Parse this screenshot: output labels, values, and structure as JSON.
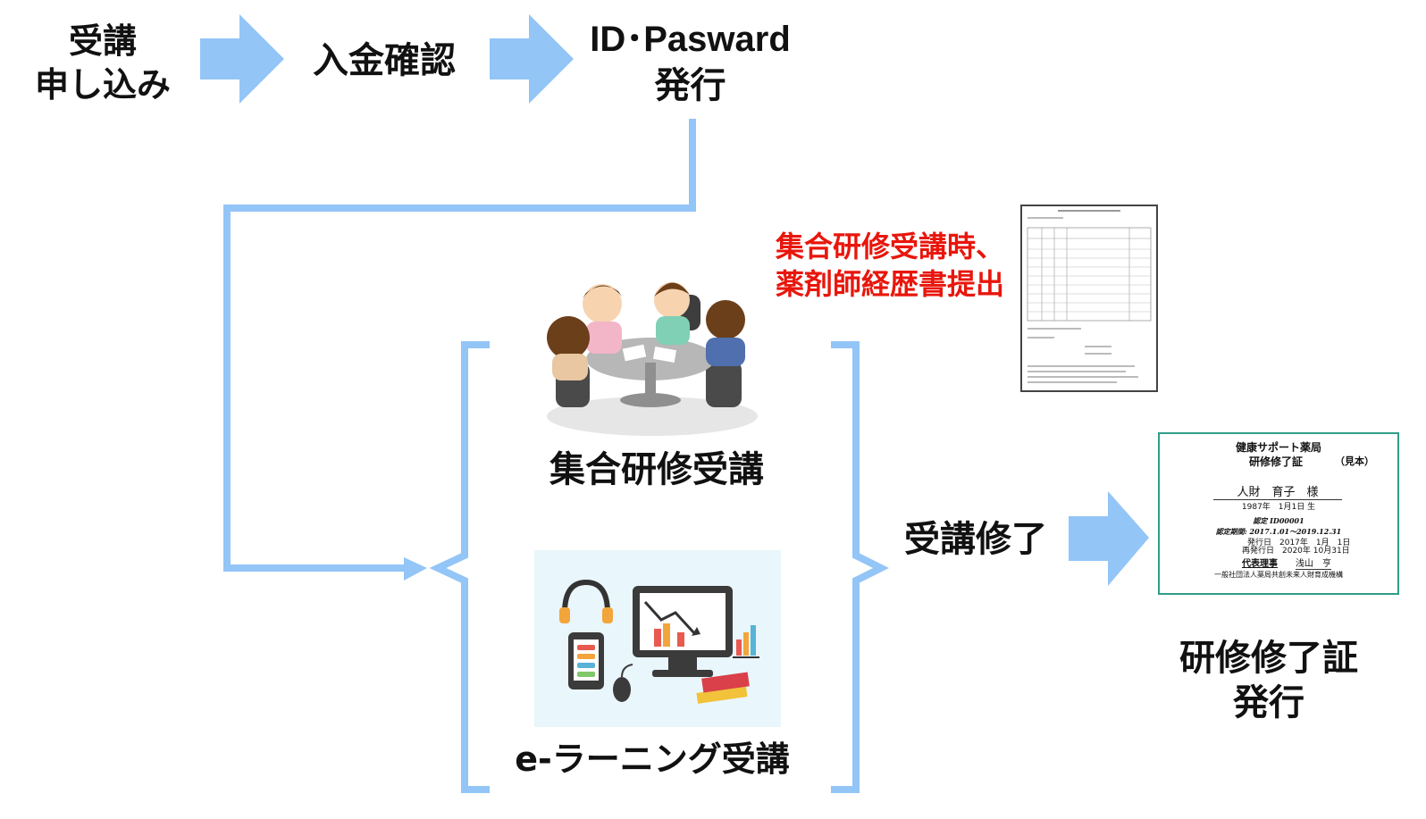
{
  "flow": {
    "step1_line1": "受講",
    "step1_line2": "申し込み",
    "step2": "入金確認",
    "step3_line1": "ID･Pasward",
    "step3_line2": "発行"
  },
  "notice": {
    "line1": "集合研修受講時、",
    "line2": "薬剤師経歴書提出",
    "color": "#e8160c"
  },
  "options": {
    "group_training": "集合研修受講",
    "elearning": "e-ラーニング受講"
  },
  "completion": {
    "label": "受講修了",
    "certificate_line1": "研修修了証",
    "certificate_line2": "発行"
  },
  "certificate": {
    "org_title": "健康サポート薬局",
    "cert_title": "研修修了証",
    "sample_mark": "（見本）",
    "recipient": "人財　育子　様",
    "birth": "1987年　1月1日 生",
    "cert_no_label": "認定",
    "cert_no": "ID00001",
    "period_label": "認定期間",
    "period": "2017.1.01～2019.12.31",
    "issued": "発行日　2017年　1月　1日",
    "reissued": "再発行日　2020年 10月31日",
    "rep_label": "代表理事",
    "rep_name": "浅山　亨",
    "issuer": "一般社団法人薬局共創未来人財育成機構"
  },
  "colors": {
    "arrow": "#93c5f7",
    "line": "#93c5f7",
    "cert_border": "#2e9e8a"
  }
}
